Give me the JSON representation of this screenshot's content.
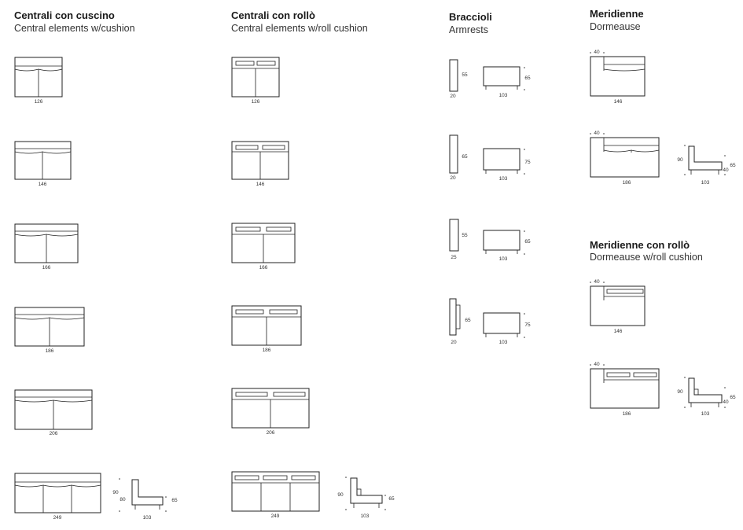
{
  "sections": {
    "cuscino": {
      "title": "Centrali con cuscino",
      "subtitle": "Central elements w/cushion",
      "widths": [
        "126",
        "146",
        "166",
        "186",
        "206",
        "249"
      ],
      "side": {
        "h1": "90",
        "h2": "80",
        "h3": "65",
        "depth": "103"
      }
    },
    "rollo": {
      "title": "Centrali con rollò",
      "subtitle": "Central elements w/roll cushion",
      "widths": [
        "126",
        "146",
        "166",
        "186",
        "206",
        "249"
      ],
      "side": {
        "h1": "90",
        "h3": "65",
        "depth": "103"
      }
    },
    "braccioli": {
      "title": "Braccioli",
      "subtitle": "Armrests",
      "items": [
        {
          "w": "20",
          "h": "55",
          "depth": "103",
          "sh": "65"
        },
        {
          "w": "20",
          "h": "65",
          "depth": "103",
          "sh": "75"
        },
        {
          "w": "25",
          "h": "55",
          "depth": "103",
          "sh": "65"
        },
        {
          "w": "20",
          "h": "65",
          "depth": "103",
          "sh": "75"
        }
      ]
    },
    "meridienne": {
      "title": "Meridienne",
      "subtitle": "Dormeause",
      "items": [
        {
          "d": "40",
          "w": "146"
        },
        {
          "d": "40",
          "w": "186"
        }
      ],
      "side": {
        "h1": "90",
        "h2": "65",
        "h3": "40",
        "depth": "103"
      }
    },
    "meridienne_rollo": {
      "title": "Meridienne con rollò",
      "subtitle": "Dormeause w/roll cushion",
      "items": [
        {
          "d": "40",
          "w": "146"
        },
        {
          "d": "40",
          "w": "186"
        }
      ],
      "side": {
        "h1": "90",
        "h2": "65",
        "h3": "40",
        "depth": "103"
      }
    }
  }
}
